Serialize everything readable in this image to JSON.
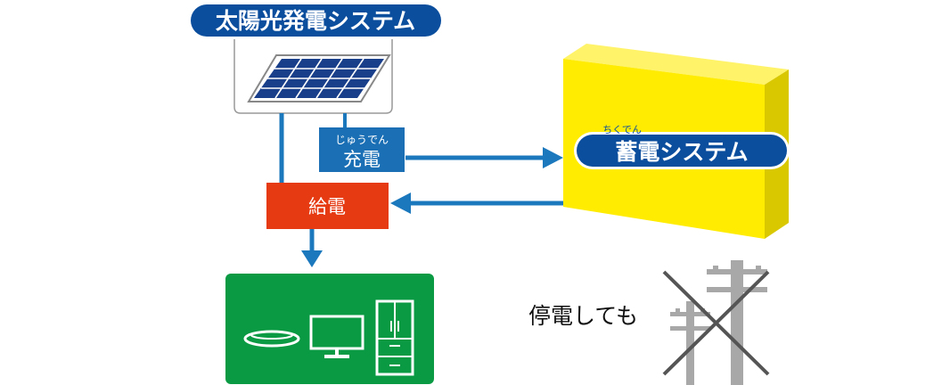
{
  "solar": {
    "title": "太陽光発電システム"
  },
  "charge": {
    "ruby": "じゅうでん",
    "label": "充電"
  },
  "supply": {
    "label": "給電"
  },
  "storage": {
    "ruby": "ちくでん",
    "label": "蓄電システム"
  },
  "outage": {
    "label": "停電しても"
  },
  "appliances": {
    "items": [
      "ceiling-light",
      "television",
      "refrigerator"
    ]
  },
  "colors": {
    "navy": "#0b4e9e",
    "wire_blue": "#1b78bd",
    "charge_box": "#1a6fb5",
    "supply_box": "#e63a12",
    "appliance_bg": "#0a9a43",
    "storage_front": "#ffec00",
    "storage_side": "#d9c800",
    "pole_gray": "#a8a8a8"
  }
}
